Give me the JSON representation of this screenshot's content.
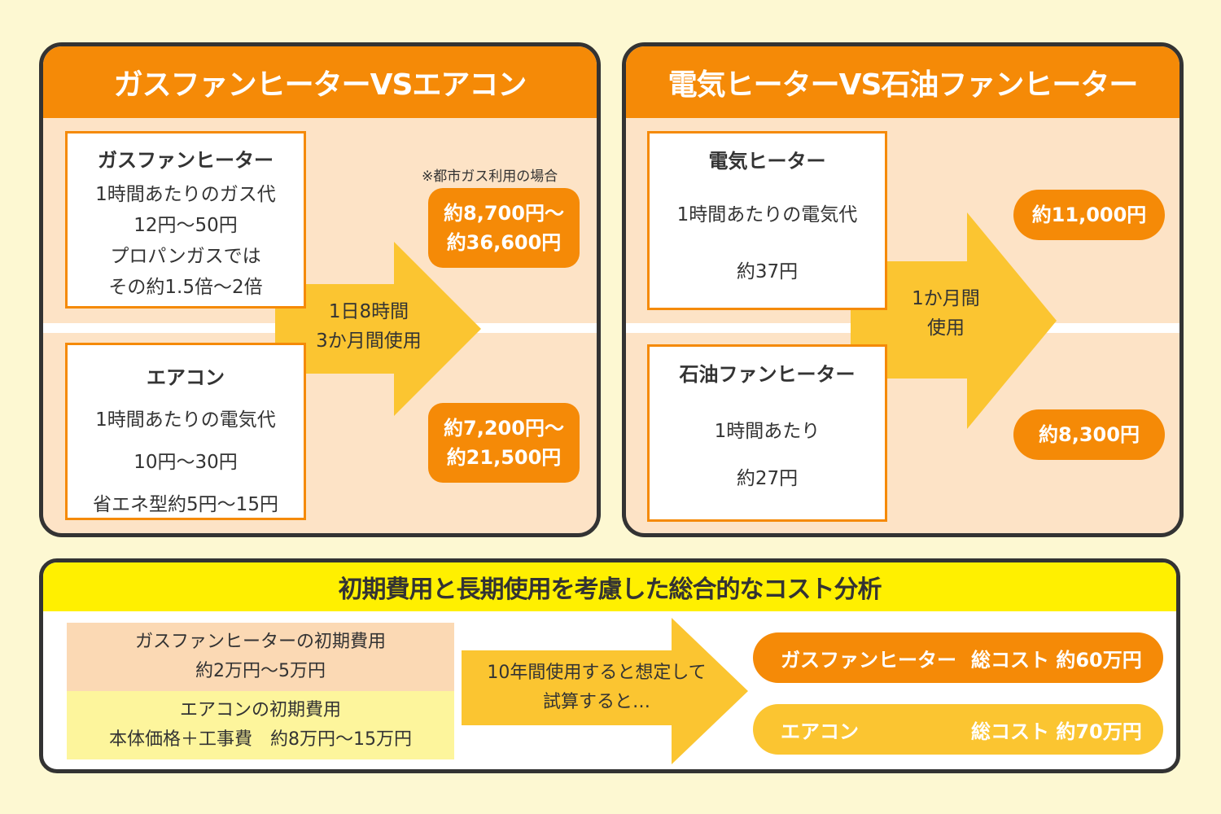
{
  "panel1": {
    "title": "ガスファンヒーターVSエアコン",
    "gas_box": {
      "title": "ガスファンヒーター",
      "lines": [
        "1時間あたりのガス代",
        "12円～50円",
        "プロパンガスでは",
        "その約1.5倍～2倍"
      ]
    },
    "ac_box": {
      "title": "エアコン",
      "lines": [
        "1時間あたりの電気代",
        "10円～30円",
        "省エネ型約5円～15円"
      ]
    },
    "arrow": {
      "line1": "1日8時間",
      "line2": "3か月間使用"
    },
    "note": "※都市ガス利用の場合",
    "gas_result": {
      "line1": "約8,700円～",
      "line2": "約36,600円"
    },
    "ac_result": {
      "line1": "約7,200円～",
      "line2": "約21,500円"
    }
  },
  "panel2": {
    "title": "電気ヒーターVS石油ファンヒーター",
    "elec_box": {
      "title": "電気ヒーター",
      "line1": "1時間あたりの電気代",
      "line2": "約37円"
    },
    "oil_box": {
      "title": "石油ファンヒーター",
      "line1": "1時間あたり",
      "line2": "約27円"
    },
    "arrow": {
      "line1": "1か月間",
      "line2": "使用"
    },
    "elec_result": "約11,000円",
    "oil_result": "約8,300円"
  },
  "panel3": {
    "title": "初期費用と長期使用を考慮した総合的なコスト分析",
    "gas_initial": {
      "line1": "ガスファンヒーターの初期費用",
      "line2": "約2万円～5万円"
    },
    "ac_initial": {
      "line1": "エアコンの初期費用",
      "line2": "本体価格＋工事費　約8万円～15万円"
    },
    "arrow": {
      "line1": "10年間使用すると想定して",
      "line2": "試算すると…"
    },
    "gas_total": {
      "label": "ガスファンヒーター",
      "value": "総コスト 約60万円"
    },
    "ac_total": {
      "label": "エアコン",
      "value": "総コスト 約70万円"
    }
  },
  "colors": {
    "background": "#fdf8d2",
    "orange": "#f58a07",
    "light_orange": "#fde3c6",
    "arrow_yellow": "#fbc531",
    "yellow_header": "#fff000",
    "pale_yellow": "#fdf59c",
    "peach": "#fbd9b4"
  }
}
